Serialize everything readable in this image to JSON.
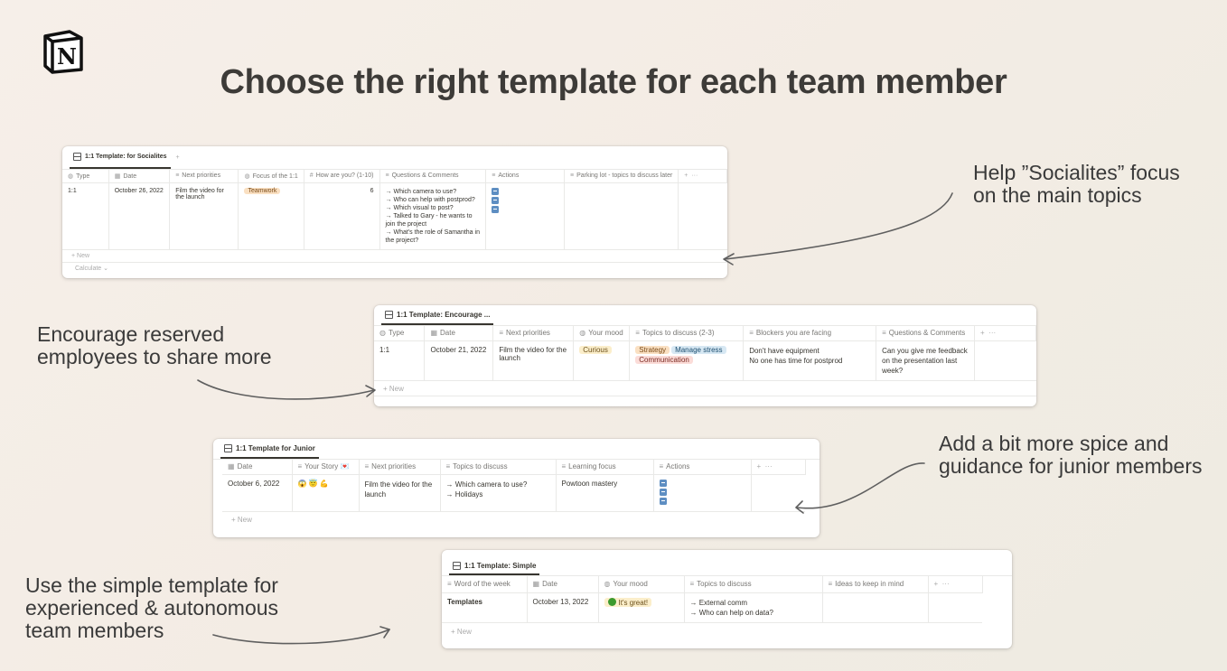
{
  "headline": "Choose the right template for each team member",
  "captions": {
    "socialites": [
      "Help ”Socialites” focus",
      "on the main topics"
    ],
    "reserved": [
      "Encourage reserved",
      "employees to share more"
    ],
    "junior": [
      "Add a bit more spice and",
      "guidance for junior members"
    ],
    "simple": [
      "Use the simple template for",
      "experienced & autonomous",
      "team members"
    ]
  },
  "cards": {
    "socialites": {
      "tab": "1:1 Template: for Socialites",
      "headers": [
        "Type",
        "Date",
        "Next priorities",
        "Focus of the 1:1",
        "How are you? (1-10)",
        "Questions & Comments",
        "Actions",
        "Parking lot - topics to discuss later"
      ],
      "row": {
        "type": "1:1",
        "date": "October 26, 2022",
        "priorities": "Film the video for the launch",
        "focus": "Teamwork",
        "score": "6",
        "questions": [
          "→ Which camera to use?",
          "→ Who can help with postprod?",
          "→ Which visual to post?",
          "→ Talked to Gary - he wants to join the project",
          "→ What's the role of Samantha in the project?"
        ]
      },
      "new_label": "+ New",
      "calc_label": "Calculate ⌄"
    },
    "reserved": {
      "tab": "1:1 Template: Encourage ...",
      "headers": [
        "Type",
        "Date",
        "Next priorities",
        "Your mood",
        "Topics to discuss (2-3)",
        "Blockers you are facing",
        "Questions & Comments"
      ],
      "row": {
        "type": "1:1",
        "date": "October 21, 2022",
        "priorities": "Film the video for the launch",
        "mood": "Curious",
        "topics": [
          "Strategy",
          "Manage stress",
          "Communication"
        ],
        "blockers": [
          "Don't have equipment",
          "No one has time for postprod"
        ],
        "questions": "Can you give me feedback on the presentation last week?"
      },
      "new_label": "+ New"
    },
    "junior": {
      "tab": "1:1 Template for Junior",
      "headers": [
        "Date",
        "Your Story 💌",
        "Next priorities",
        "Topics to discuss",
        "Learning focus",
        "Actions"
      ],
      "row": {
        "date": "October 6, 2022",
        "story": "😱 😇 💪",
        "priorities": "Film the video for the launch",
        "topics": [
          "→ Which camera to use?",
          "→ Holidays"
        ],
        "learning": "Powtoon mastery"
      },
      "new_label": "+ New"
    },
    "simple": {
      "tab": "1:1 Template: Simple",
      "headers": [
        "Word of the week",
        "Date",
        "Your mood",
        "Topics to discuss",
        "Ideas to keep in mind"
      ],
      "row": {
        "word": "Templates",
        "date": "October 13, 2022",
        "mood": "It's great!",
        "topics": [
          "→ External comm",
          "→ Who can help on data?"
        ]
      },
      "new_label": "+ New"
    }
  },
  "icons": {
    "logo": "notion-logo",
    "table_tab": "database-table-icon",
    "property_text": "text-lines-icon",
    "property_date": "calendar-icon",
    "property_select": "select-icon",
    "property_number": "hash-icon",
    "checkbox": "checkbox-icon"
  },
  "colors": {
    "tag_yellow": "#fbeeca",
    "tag_blue": "#d7e8f3",
    "tag_red": "#fbdcd8",
    "checkbox_blue": "#5e8ec2",
    "mood_green": "#3c9a2e"
  }
}
